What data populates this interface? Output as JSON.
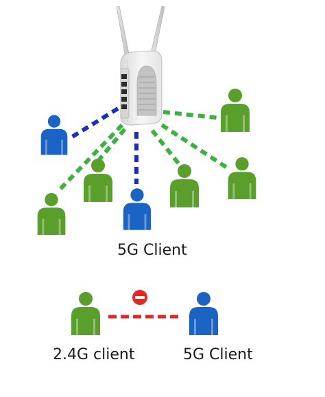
{
  "labels": {
    "top_5g": "5G Client",
    "legend_24g": "2.4G client",
    "legend_5g": "5G Client"
  },
  "colors": {
    "green": "#5a9e2c",
    "green_dark": "#4a8a22",
    "blue": "#1c64c4",
    "blue_dark": "#1552a8",
    "link_green": "#3cb043",
    "link_blue": "#1a2fb8",
    "blocked_red": "#e32626"
  },
  "icons": {
    "router": "access-point-router-icon",
    "person_green": "person-icon",
    "person_blue": "person-icon",
    "blocked": "no-entry-icon"
  },
  "diagram": {
    "clients_top": [
      {
        "band": "5G"
      },
      {
        "band": "2.4G"
      },
      {
        "band": "2.4G"
      },
      {
        "band": "5G"
      },
      {
        "band": "2.4G"
      },
      {
        "band": "2.4G"
      },
      {
        "band": "2.4G"
      }
    ],
    "legend": {
      "left_band": "2.4G",
      "right_band": "5G",
      "connection": "blocked"
    }
  }
}
